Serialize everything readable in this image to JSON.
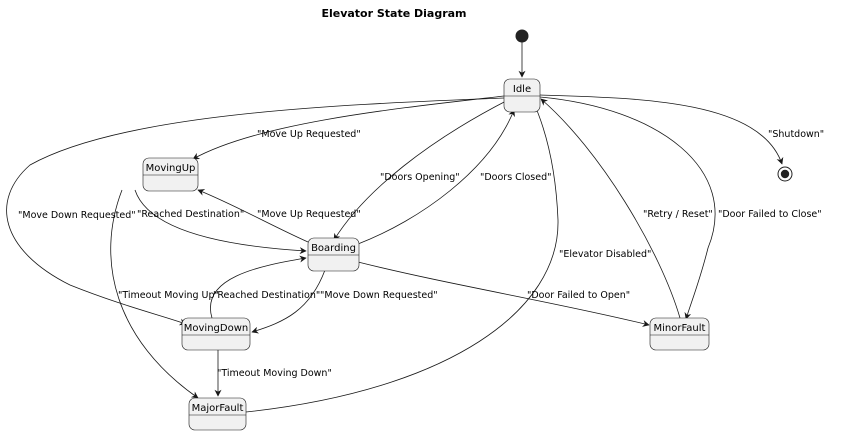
{
  "title": "Elevator State Diagram",
  "states": {
    "idle": "Idle",
    "moving_up": "MovingUp",
    "boarding": "Boarding",
    "moving_down": "MovingDown",
    "minor_fault": "MinorFault",
    "major_fault": "MajorFault"
  },
  "transitions": {
    "move_up_requested_idle": "\"Move Up Requested\"",
    "doors_opening": "\"Doors Opening\"",
    "doors_closed": "\"Doors Closed\"",
    "shutdown": "\"Shutdown\"",
    "move_down_requested_idle": "\"Move Down Requested\"",
    "reached_destination_up": "\"Reached Destination\"",
    "move_up_requested_boarding": "\"Move Up Requested\"",
    "retry_reset": "\"Retry / Reset\"",
    "door_failed_to_close": "\"Door Failed to Close\"",
    "elevator_disabled": "\"Elevator Disabled\"",
    "timeout_moving_up": "\"Timeout Moving Up\"",
    "reached_destination_down": "\"Reached Destination\"",
    "move_down_requested_boarding": "\"Move Down Requested\"",
    "door_failed_to_open": "\"Door Failed to Open\"",
    "timeout_moving_down": "\"Timeout Moving Down\""
  }
}
